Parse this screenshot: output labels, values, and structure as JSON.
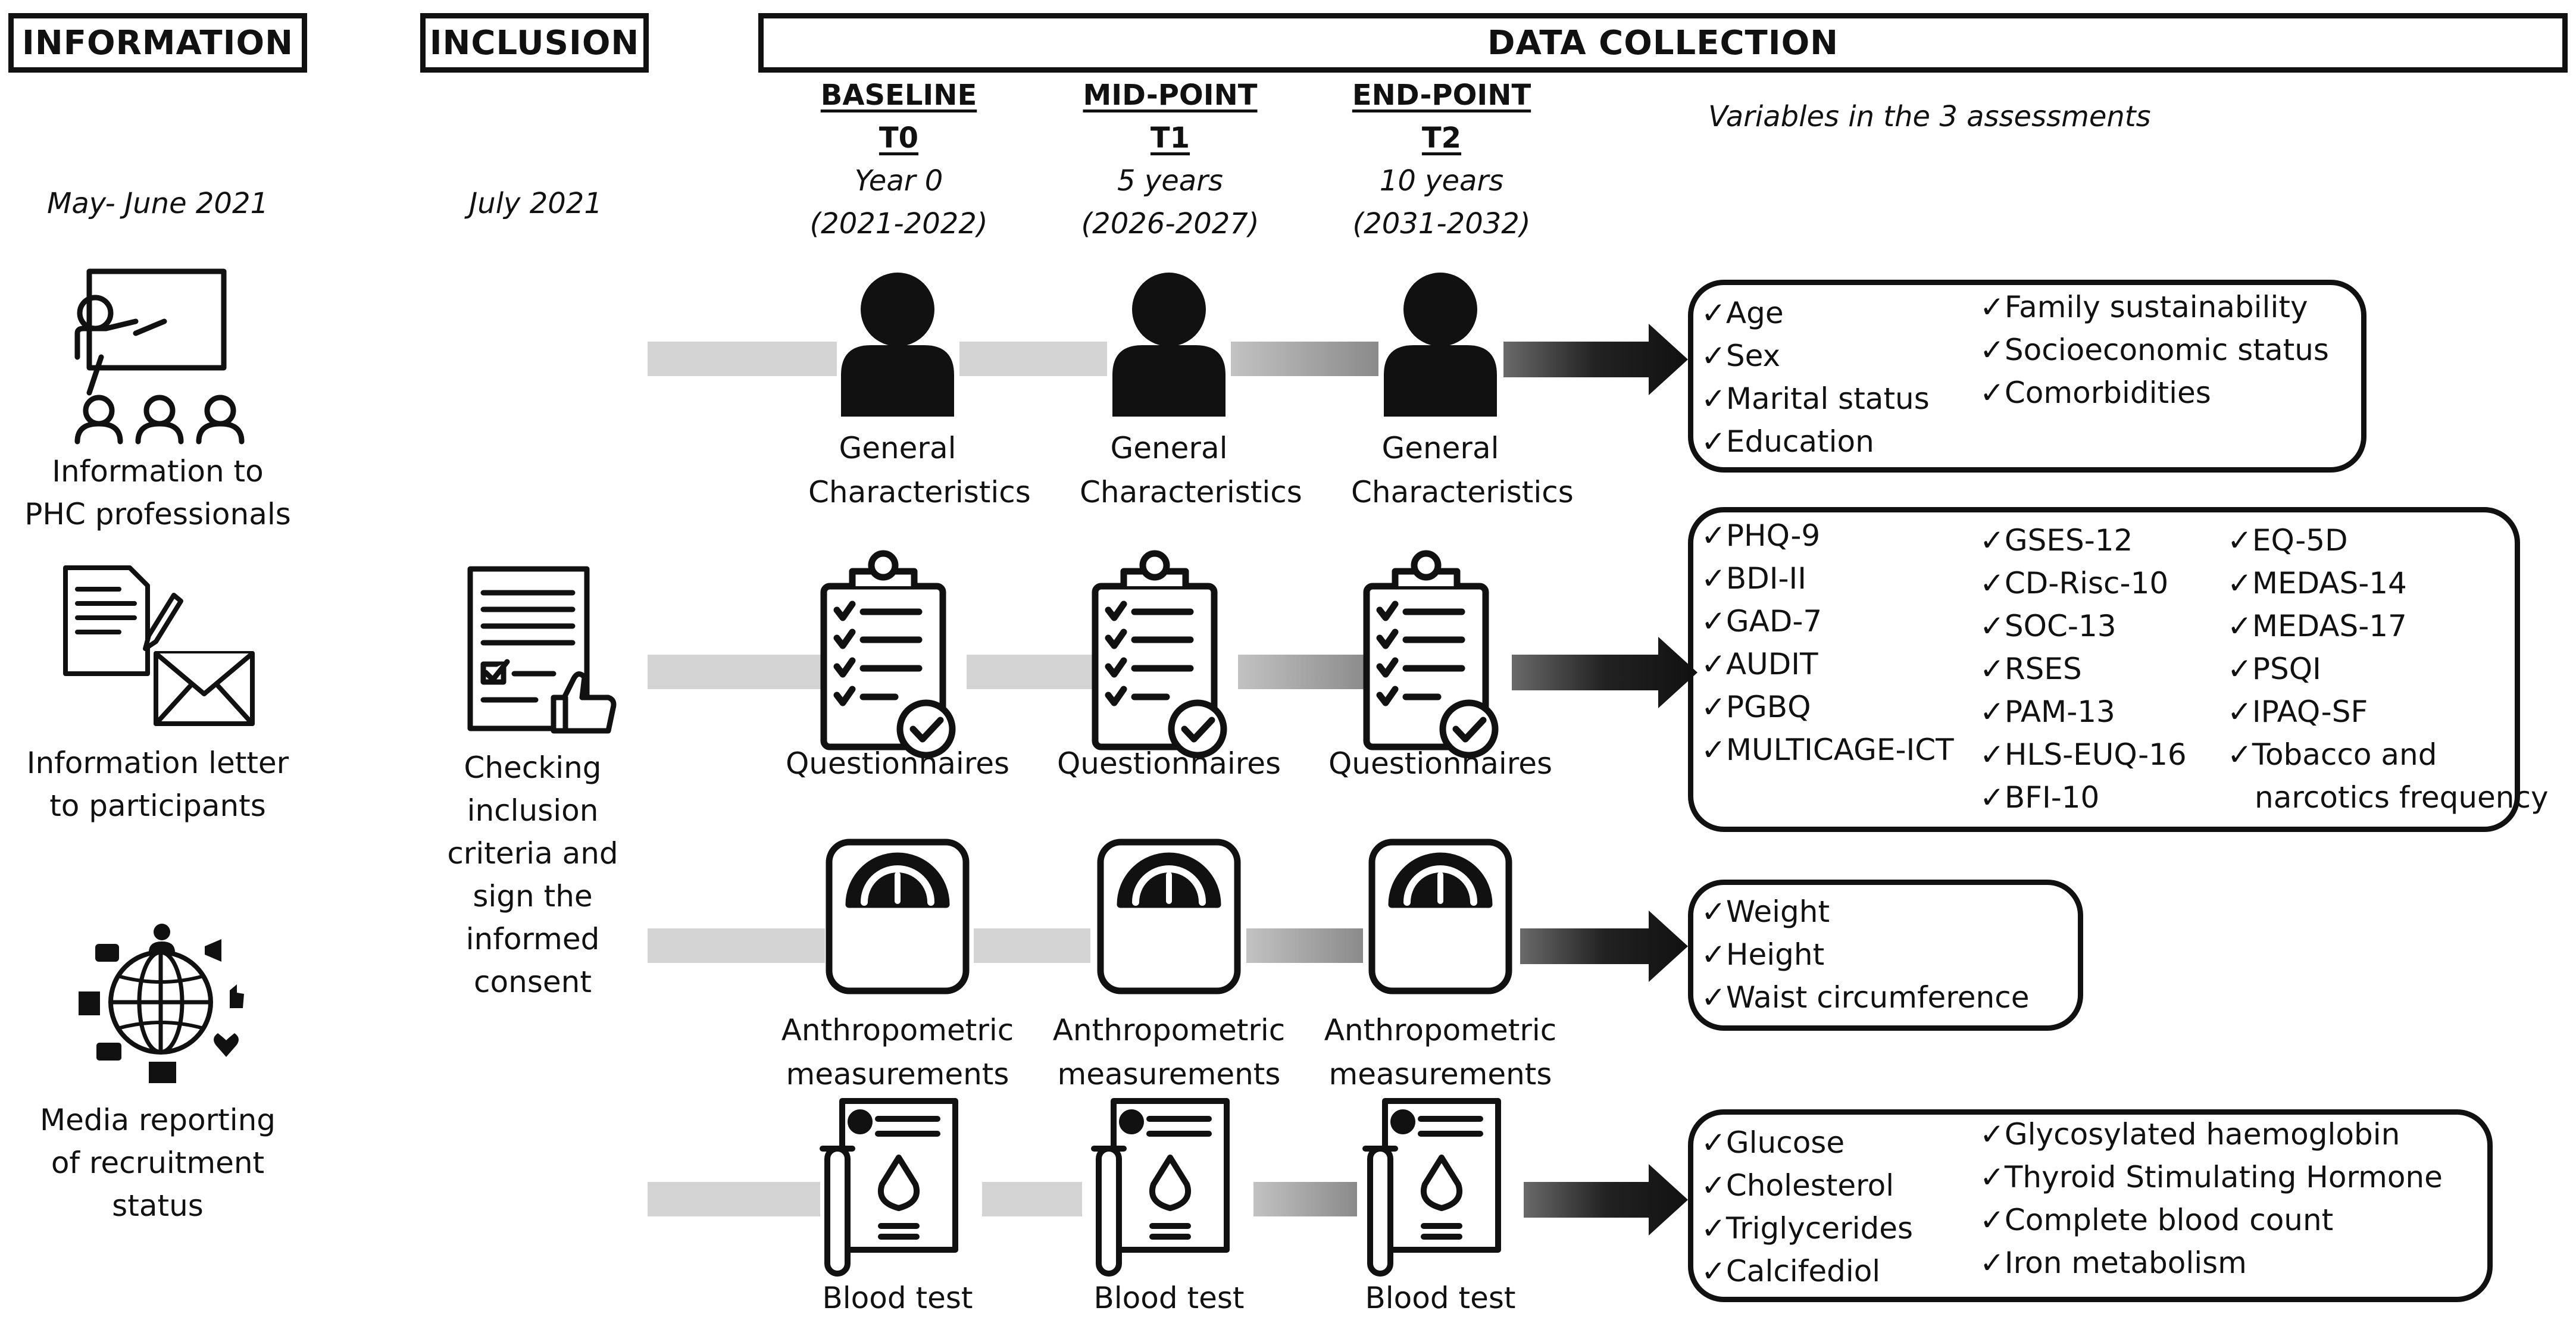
{
  "headers": {
    "information": "INFORMATION",
    "inclusion": "INCLUSION",
    "data_collection": "DATA COLLECTION"
  },
  "information_column": {
    "date": "May- June 2021",
    "items": [
      {
        "label": "Information to PHC professionals",
        "icon": "presentation-icon"
      },
      {
        "label": "Information letter to participants",
        "icon": "letter-envelope-icon"
      },
      {
        "label": "Media reporting of recruitment status",
        "icon": "media-globe-icon"
      }
    ]
  },
  "inclusion_column": {
    "date": "July 2021",
    "label": "Checking inclusion criteria and sign the informed consent",
    "icon": "checklist-thumbsup-icon"
  },
  "timepoints": [
    {
      "name": "BASELINE",
      "code": "T0",
      "year": "Year 0",
      "range": "(2021-2022)"
    },
    {
      "name": "MID-POINT",
      "code": "T1",
      "year": "5 years",
      "range": "(2026-2027)"
    },
    {
      "name": "END-POINT",
      "code": "T2",
      "year": "10 years",
      "range": "(2031-2032)"
    }
  ],
  "variables_title": "Variables in the 3 assessments",
  "rows": [
    {
      "label": "General Characteristics",
      "icon": "person-icon",
      "variables": [
        [
          "✓Age",
          "✓Sex",
          "✓Marital status",
          "✓Education"
        ],
        [
          "✓Family sustainability",
          "✓Socioeconomic status",
          "✓Comorbidities"
        ]
      ]
    },
    {
      "label": "Questionnaires",
      "icon": "clipboard-check-icon",
      "variables": [
        [
          "✓PHQ-9",
          "✓BDI-II",
          "✓GAD-7",
          "✓AUDIT",
          "✓PGBQ",
          "✓MULTICAGE-ICT"
        ],
        [
          "✓GSES-12",
          "✓CD-Risc-10",
          "✓SOC-13",
          "✓RSES",
          "✓PAM-13",
          "✓HLS-EUQ-16",
          "✓BFI-10"
        ],
        [
          "✓EQ-5D",
          "✓MEDAS-14",
          "✓MEDAS-17",
          "✓PSQI",
          "✓IPAQ-SF",
          "✓Tobacco and",
          "narcotics frequency"
        ]
      ]
    },
    {
      "label": "Anthropometric measurements",
      "icon": "scale-icon",
      "variables": [
        [
          "✓Weight",
          "✓Height",
          "✓Waist circumference"
        ]
      ]
    },
    {
      "label": "Blood test",
      "icon": "blood-test-icon",
      "variables": [
        [
          "✓Glucose",
          "✓Cholesterol",
          "✓Triglycerides",
          "✓Calcifediol"
        ],
        [
          "✓Glycosylated haemoglobin",
          "✓Thyroid Stimulating Hormone",
          "✓Complete blood count",
          "✓Iron metabolism"
        ]
      ]
    }
  ],
  "colors": {
    "line": "#111111",
    "light_bar": "#d4d4d4",
    "mid_bar": "#9e9e9e",
    "arrow_dark": "#111111"
  }
}
